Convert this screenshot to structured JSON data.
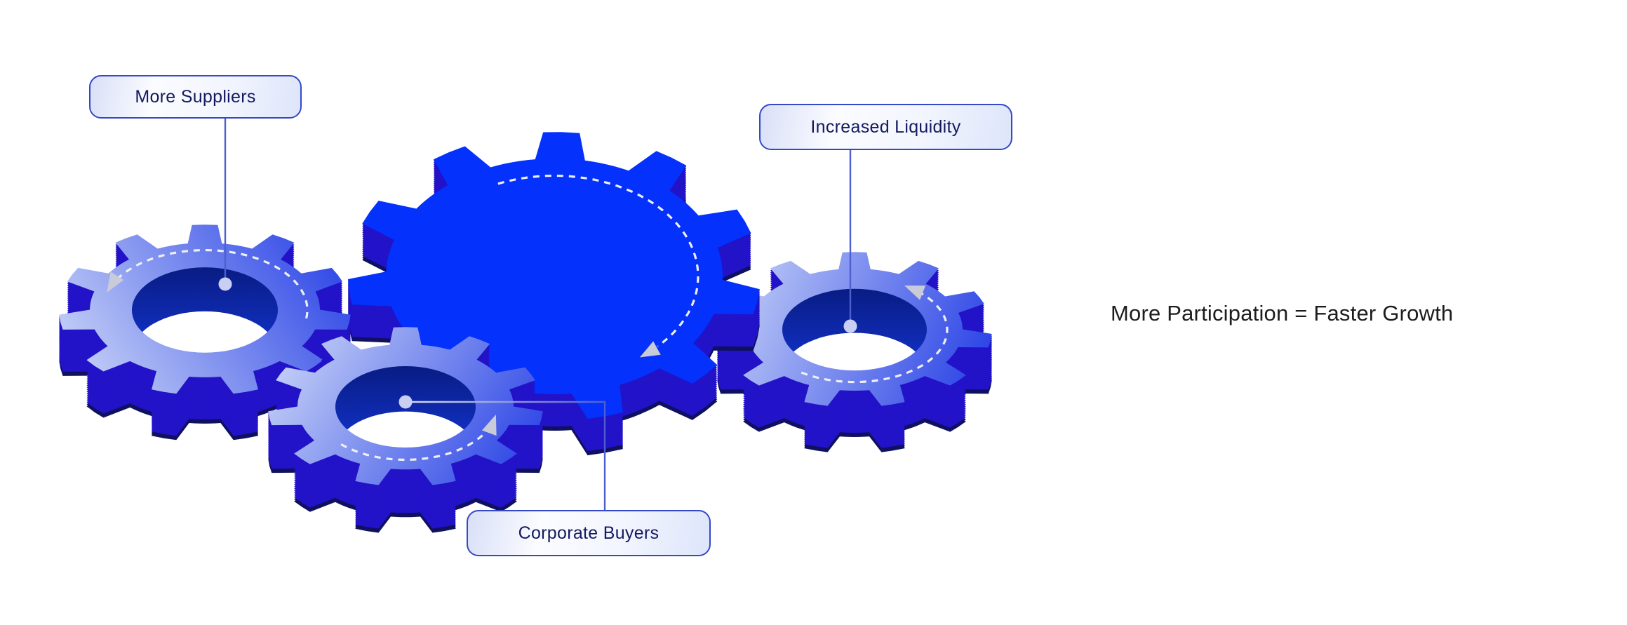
{
  "diagram": {
    "headline": {
      "text": "More Participation = Faster Growth"
    },
    "callouts": [
      {
        "id": "more-suppliers",
        "text": "More Suppliers"
      },
      {
        "id": "increased-liquidity",
        "text": "Increased Liquidity"
      },
      {
        "id": "corporate-buyers",
        "text": "Corporate Buyers"
      }
    ],
    "gears": [
      {
        "name": "increased-liquidity-gear"
      },
      {
        "name": "hub-gear"
      },
      {
        "name": "more-suppliers-gear"
      },
      {
        "name": "corporate-buyers-gear"
      }
    ]
  },
  "colors": {
    "background": "#ffffff",
    "hub_face": "#0431FB",
    "gear_light": "#C7D2F7",
    "gear_blue": "#2A43E6",
    "gear_side": "#2212C8",
    "gear_side_dark": "#101060",
    "hole_dark": "#091C84",
    "hole_mid": "#1233CC",
    "arc_dash": "#EDEFF7",
    "arrow": "#C9CBD8",
    "connector": "#4D5FD0",
    "connector_light": "#D9DCF0",
    "dot": "#C9CFF2",
    "label_border": "#3448C8",
    "label_text": "#131A60",
    "headline_text": "#1D1D1F"
  }
}
